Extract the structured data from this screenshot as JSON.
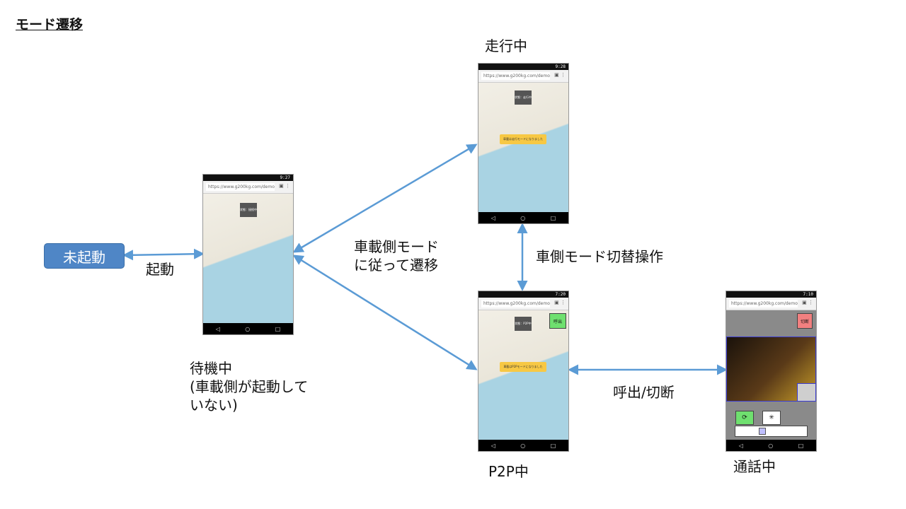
{
  "title": "モード遷移",
  "start_box": "未起動",
  "labels": {
    "start_arrow": "起動",
    "standby_caption": "待機中\n(車載側が起動して\nいない)",
    "transition_note": "車載側モード\nに従って遷移",
    "running_title": "走行中",
    "switch_note": "車側モード切替操作",
    "p2p_caption": "P2P中",
    "call_note": "呼出/切断",
    "calling_caption": "通話中"
  },
  "phones": {
    "standby": {
      "time": "9:27",
      "url": "https://www.g200kg.com/demo/...",
      "popup": "状態：接続中"
    },
    "running": {
      "time": "9:28",
      "url": "https://www.g200kg.com/demo/...",
      "popup": "状態：走行中",
      "banner": "車載は走行モードになりました"
    },
    "p2p": {
      "time": "7:20",
      "url": "https://www.g200kg.com/demo/...",
      "popup": "状態：P2P中",
      "banner": "車載はP2Pモードになりました",
      "call_button": "呼出"
    },
    "calling": {
      "time": "7:10",
      "url": "https://www.g200kg.com/demo/...",
      "hangup_button": "切断",
      "camera_icon": "⟳",
      "mute_icon": "✳"
    }
  },
  "nav_icons": {
    "back": "◁",
    "home": "○",
    "recent": "□"
  },
  "colors": {
    "arrow": "#5b9bd5",
    "start_box": "#4f86c6"
  }
}
